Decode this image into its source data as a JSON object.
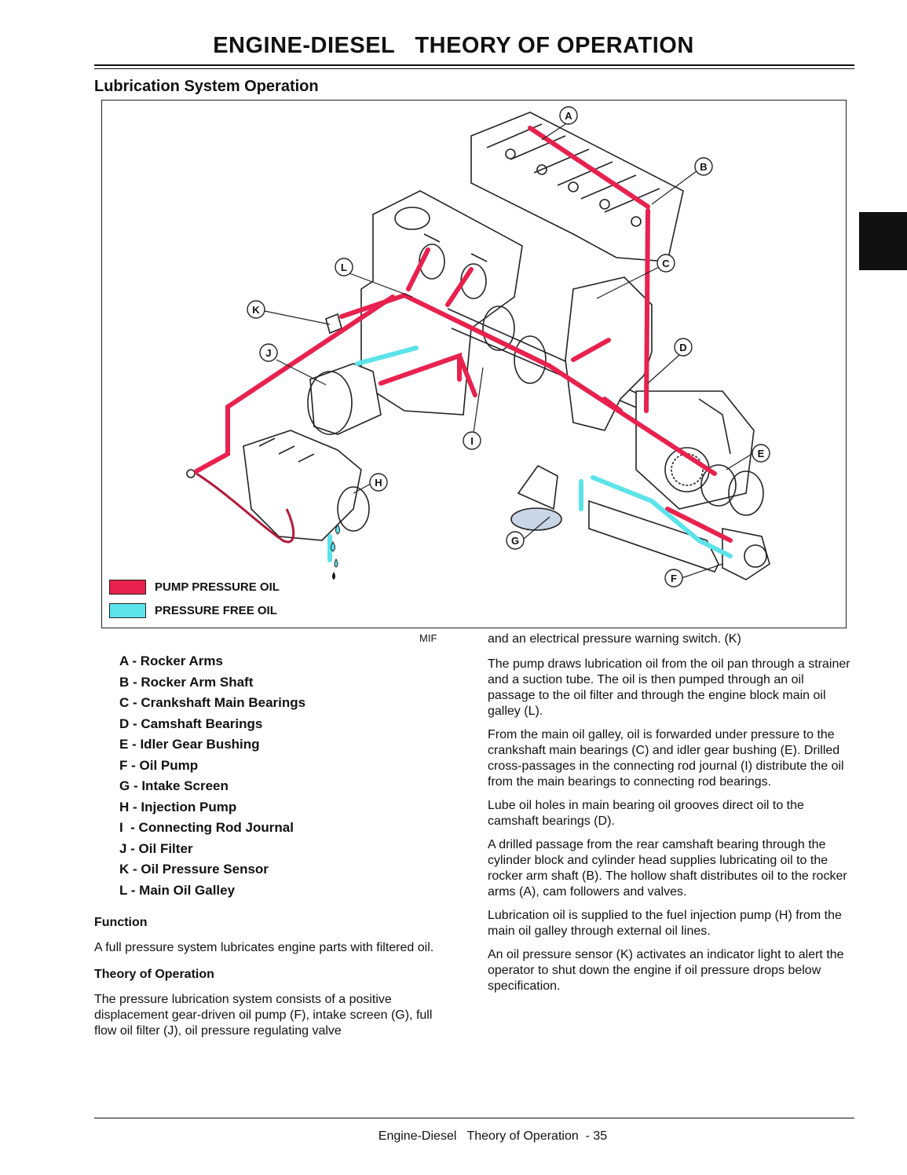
{
  "header": {
    "title": "ENGINE-DIESEL   THEORY OF OPERATION"
  },
  "section": {
    "title": "Lubrication System Operation"
  },
  "figure": {
    "callouts": [
      "A",
      "B",
      "C",
      "D",
      "E",
      "F",
      "G",
      "H",
      "I",
      "J",
      "K",
      "L"
    ],
    "legend": [
      {
        "label": "PUMP PRESSURE OIL",
        "color": "#e8214e"
      },
      {
        "label": "PRESSURE FREE OIL",
        "color": "#5ce3ea"
      }
    ],
    "code": "MIF"
  },
  "labels": [
    "A - Rocker Arms",
    "B - Rocker Arm Shaft",
    "C - Crankshaft Main Bearings",
    "D - Camshaft Bearings",
    "E - Idler Gear Bushing",
    "F - Oil Pump",
    "G - Intake Screen",
    "H - Injection Pump",
    "I  - Connecting Rod Journal",
    "J - Oil Filter",
    "K - Oil Pressure Sensor",
    "L - Main Oil Galley"
  ],
  "left_column": {
    "function_heading": "Function",
    "function_text": "A full pressure system lubricates engine parts with filtered oil.",
    "theory_heading": "Theory of Operation",
    "theory_text": "The pressure lubrication system consists of a positive displacement gear-driven oil pump (F), intake screen (G), full flow oil filter (J), oil pressure regulating valve"
  },
  "right_column": {
    "paragraphs": [
      "and an electrical pressure warning switch. (K)",
      "The pump draws lubrication oil from the oil pan through a strainer and a suction tube. The oil is then pumped through an oil passage to the oil filter and through the engine block main oil galley (L).",
      "From the main oil galley, oil is forwarded under pressure to the crankshaft main bearings (C) and idler gear bushing (E). Drilled cross-passages in the connecting rod journal (I) distribute the oil from the main bearings to connecting rod bearings.",
      "Lube oil holes in main bearing oil grooves direct oil to the camshaft bearings (D).",
      "A drilled passage from the rear camshaft bearing through the cylinder block and cylinder head supplies lubricating oil to the rocker arm shaft (B). The hollow shaft distributes oil to the rocker arms (A), cam followers and valves.",
      "Lubrication oil is supplied to the fuel injection pump (H) from the main oil galley through external oil lines.",
      "An oil pressure sensor (K) activates an indicator light to alert the operator to shut down the engine if oil pressure drops below specification."
    ]
  },
  "footer": {
    "text": "Engine-Diesel   Theory of Operation  - 35"
  }
}
